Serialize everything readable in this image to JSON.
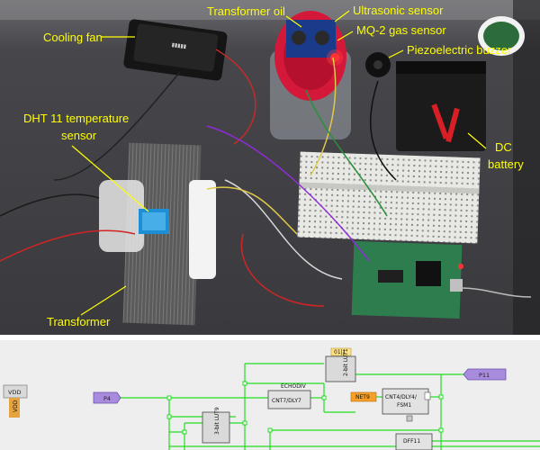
{
  "photo": {
    "labels": {
      "cooling_fan": "Cooling fan",
      "transformer_oil": "Transformer oil",
      "ultrasonic_sensor": "Ultrasonic sensor",
      "mq2_gas_sensor": "MQ-2 gas sensor",
      "piezo_buzzer": "Piezoelectric buzzer",
      "dht11_line1": "DHT 11 temperature",
      "dht11_line2": "sensor",
      "dc_line1": "DC",
      "dc_line2": "battery",
      "transformer": "Transformer"
    },
    "label_color": "#ffff00",
    "background_color": "#3a3a3e"
  },
  "schematic": {
    "vdd_label": "VDD",
    "vdd_pin": "VDD",
    "p4_label": "P4",
    "p11_label": "P11",
    "echodiv_label": "ECHODIV",
    "cnt7_label": "CNT7/DLY7",
    "lut_top_tag": "01|1",
    "lut_top_label": "2-bit LUT1",
    "net9_label": "NET9",
    "cnt4_line1": "CNT4/DLY4/",
    "cnt4_line2": "FSM1",
    "lut_mid_label": "3-bit LUT9",
    "dff_label": "DFF11",
    "wire_color": "#22dd22",
    "background_color": "#eeeeee"
  }
}
